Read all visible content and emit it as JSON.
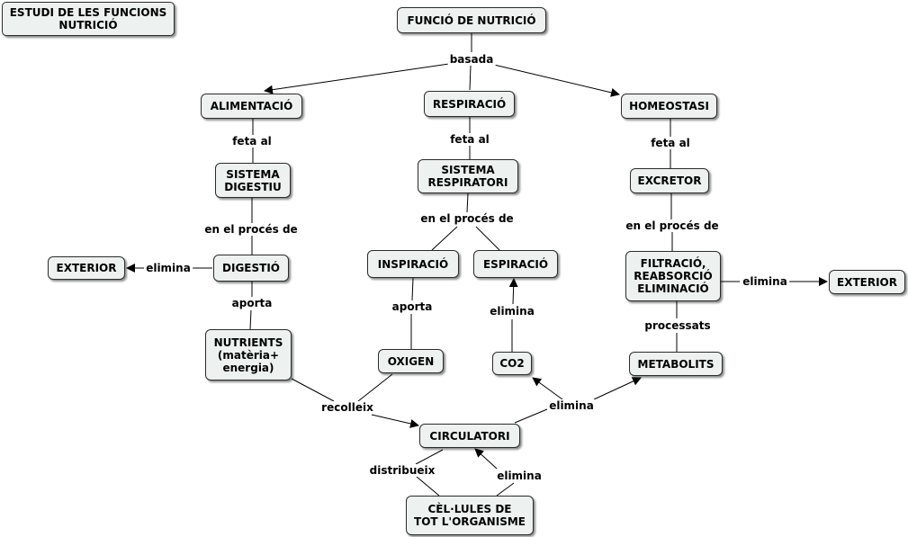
{
  "title": "ESTUDI DE LES FUNCIONS\nNUTRICIÓ",
  "nodes": {
    "funcio": "FUNCIÓ DE NUTRICIÓ",
    "alimentacio": "ALIMENTACIÓ",
    "respiracio": "RESPIRACIÓ",
    "homeostasi": "HOMEOSTASI",
    "sistema_digestiu": "SISTEMA\nDIGESTIU",
    "sistema_respiratori": "SISTEMA\nRESPIRATORI",
    "excretor": "EXCRETOR",
    "exterior_left": "EXTERIOR",
    "digestio": "DIGESTIÓ",
    "inspiracio": "INSPIRACIÓ",
    "espiracio": "ESPIRACIÓ",
    "filtracio": "FILTRACIÓ,\nREABSORCIÓ\nELIMINACIÓ",
    "exterior_right": "EXTERIOR",
    "nutrients": "NUTRIENTS\n(matèria+\nenergia)",
    "oxigen": "OXIGEN",
    "co2": "CO2",
    "metabolits": "METABOLITS",
    "circulatori": "CIRCULATORI",
    "cellules": "CÈL·LULES DE\nTOT L'ORGANISME"
  },
  "links": {
    "basada": "basada",
    "feta_al_1": "feta al",
    "feta_al_2": "feta al",
    "feta_al_3": "feta al",
    "proces_1": "en el procés de",
    "proces_2": "en el procés de",
    "proces_3": "en el procés de",
    "elimina_digestio": "elimina",
    "aporta_1": "aporta",
    "aporta_2": "aporta",
    "elimina_co2": "elimina",
    "elimina_filtracio": "elimina",
    "processats": "processats",
    "recolleix": "recolleix",
    "elimina_circ": "elimina",
    "distribueix": "distribueix",
    "elimina_cells": "elimina"
  },
  "colors": {
    "node_fill": "#edf2f1",
    "node_border": "#2b2b2b",
    "line": "#000000"
  }
}
